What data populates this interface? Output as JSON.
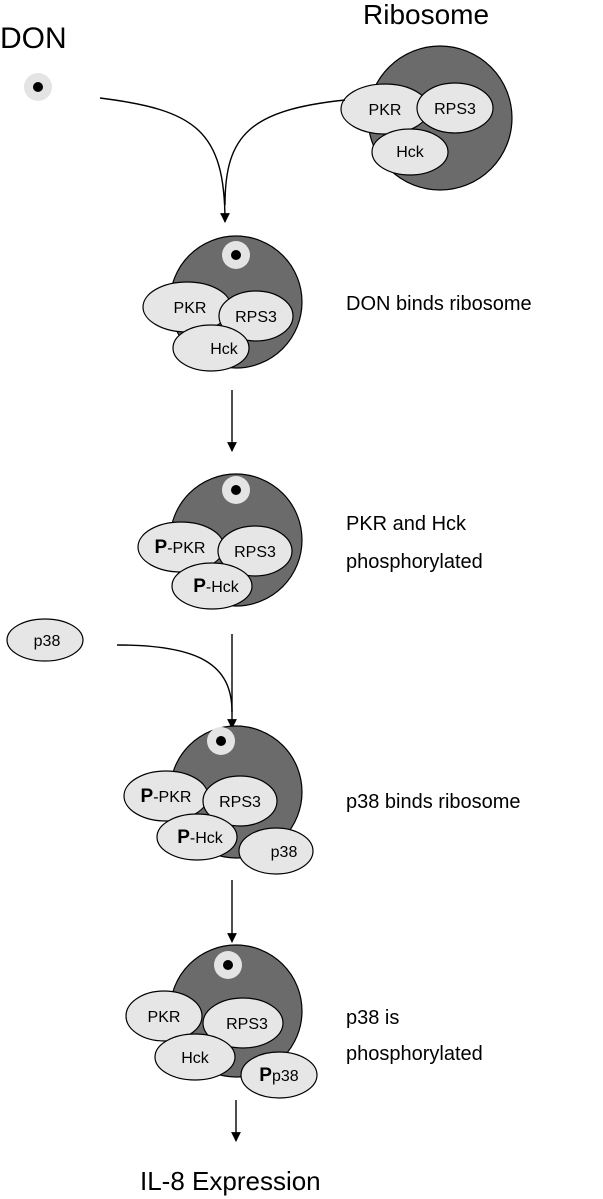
{
  "labels": {
    "don": "DON",
    "ribosome": "Ribosome",
    "pkr": "PKR",
    "rps3": "RPS3",
    "hck": "Hck",
    "p38": "p38",
    "phospho": "P",
    "dash_pkr": "-PKR",
    "dash_hck": "-Hck",
    "step1": "DON binds ribosome",
    "step2_line1": "PKR and Hck",
    "step2_line2": "phosphorylated",
    "step3": "p38 binds ribosome",
    "step4_line1": "p38 is",
    "step4_line2": "phosphorylated",
    "output": "IL-8 Expression"
  }
}
